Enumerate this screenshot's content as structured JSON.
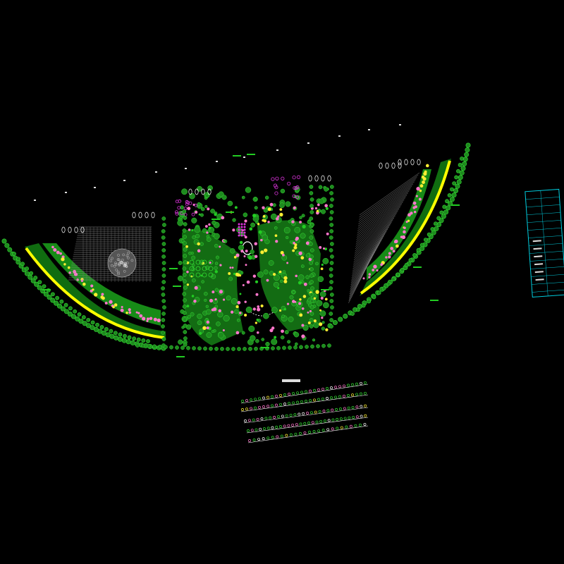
{
  "drawing": {
    "background": "#000000",
    "colors": {
      "tree": "#1e8a1e",
      "tree_outline": "#33dd33",
      "shrub": "#22cc22",
      "flower_pink": "#ff77cc",
      "flower_magenta": "#dd33dd",
      "path_yellow": "#ffff00",
      "accent_yellow": "#ffee33",
      "linework": "#ffffff",
      "frame": "#00ccdd"
    },
    "layers": [
      "west-wing-green",
      "west-plaza",
      "central-garden",
      "east-wing-green",
      "east-plaza",
      "plant-legend-table",
      "title-block"
    ]
  }
}
